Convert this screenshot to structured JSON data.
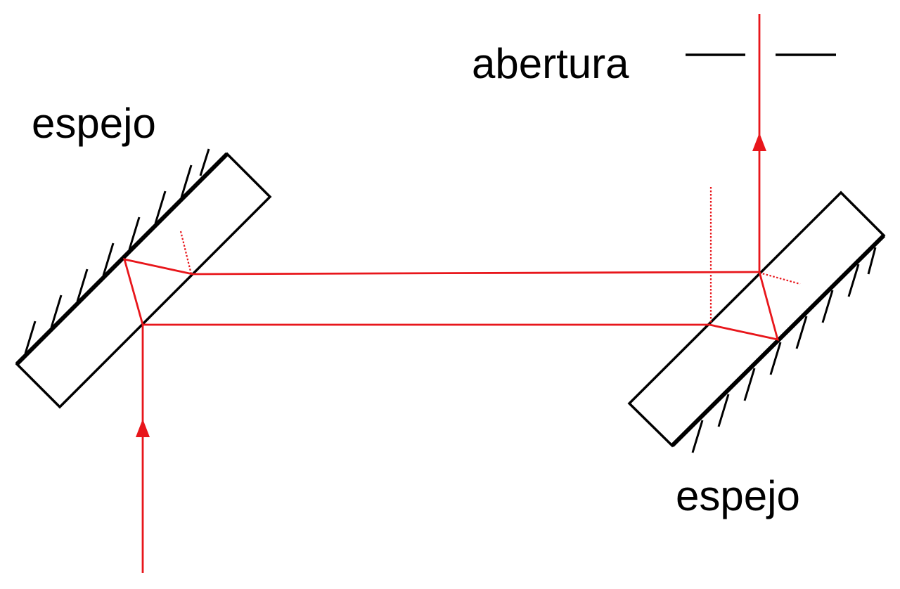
{
  "labels": {
    "mirror_top_left": "espejo",
    "mirror_bottom_right": "espejo",
    "aperture": "abertura"
  },
  "colors": {
    "ray": "#e8161b",
    "ink": "#000000",
    "background": "#ffffff"
  }
}
